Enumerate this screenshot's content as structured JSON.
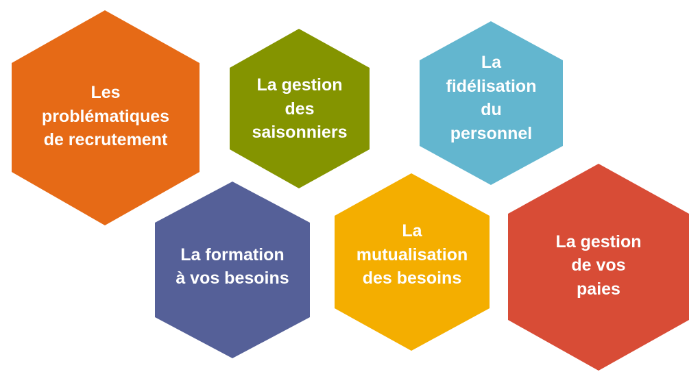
{
  "hexagons": [
    {
      "text": "Les\nproblématiques\nde recrutement",
      "color": "#E66A16"
    },
    {
      "text": "La gestion\ndes\nsaisonniers",
      "color": "#849400"
    },
    {
      "text": "La\nfidélisation\ndu\npersonnel",
      "color": "#63B6CF"
    },
    {
      "text": "La formation\nà vos besoins",
      "color": "#556098"
    },
    {
      "text": "La\nmutualisation\ndes besoins",
      "color": "#F4AE00"
    },
    {
      "text": "La gestion\nde vos\npaies",
      "color": "#D84C36"
    }
  ]
}
